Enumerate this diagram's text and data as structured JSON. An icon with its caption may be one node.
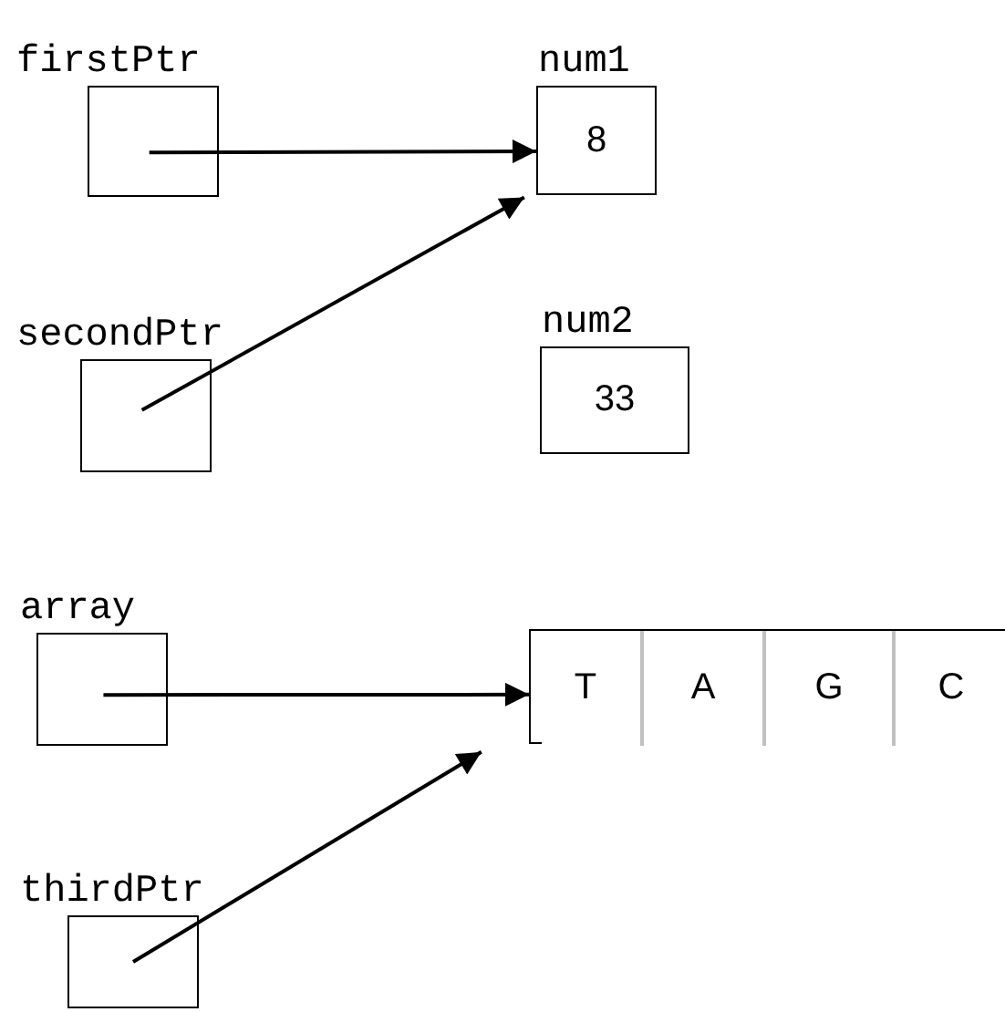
{
  "diagram": {
    "nodes": [
      {
        "text": [
          "firstPtr"
        ]
      },
      {
        "text": [
          "num1",
          "8"
        ]
      },
      {
        "text": [
          "secondPtr"
        ]
      },
      {
        "text": [
          "num2",
          "33"
        ]
      },
      {
        "text": [
          "array"
        ]
      },
      {
        "text": [],
        "shape": "box"
      },
      {
        "text": [
          "T"
        ],
        "in": 5
      },
      {
        "text": [
          "A"
        ],
        "in": 5
      },
      {
        "text": [
          "G"
        ],
        "in": 5
      },
      {
        "text": [
          "C"
        ],
        "in": 5
      },
      {
        "text": [
          "thirdPtr"
        ]
      }
    ],
    "edges": [
      {
        "from": 0,
        "to": 1,
        "arrow": "to"
      },
      {
        "from": 2,
        "to": 1,
        "arrow": "to"
      },
      {
        "from": 4,
        "to": 5,
        "arrow": "to"
      },
      {
        "from": 10,
        "to": 5,
        "arrow": "to"
      }
    ]
  }
}
